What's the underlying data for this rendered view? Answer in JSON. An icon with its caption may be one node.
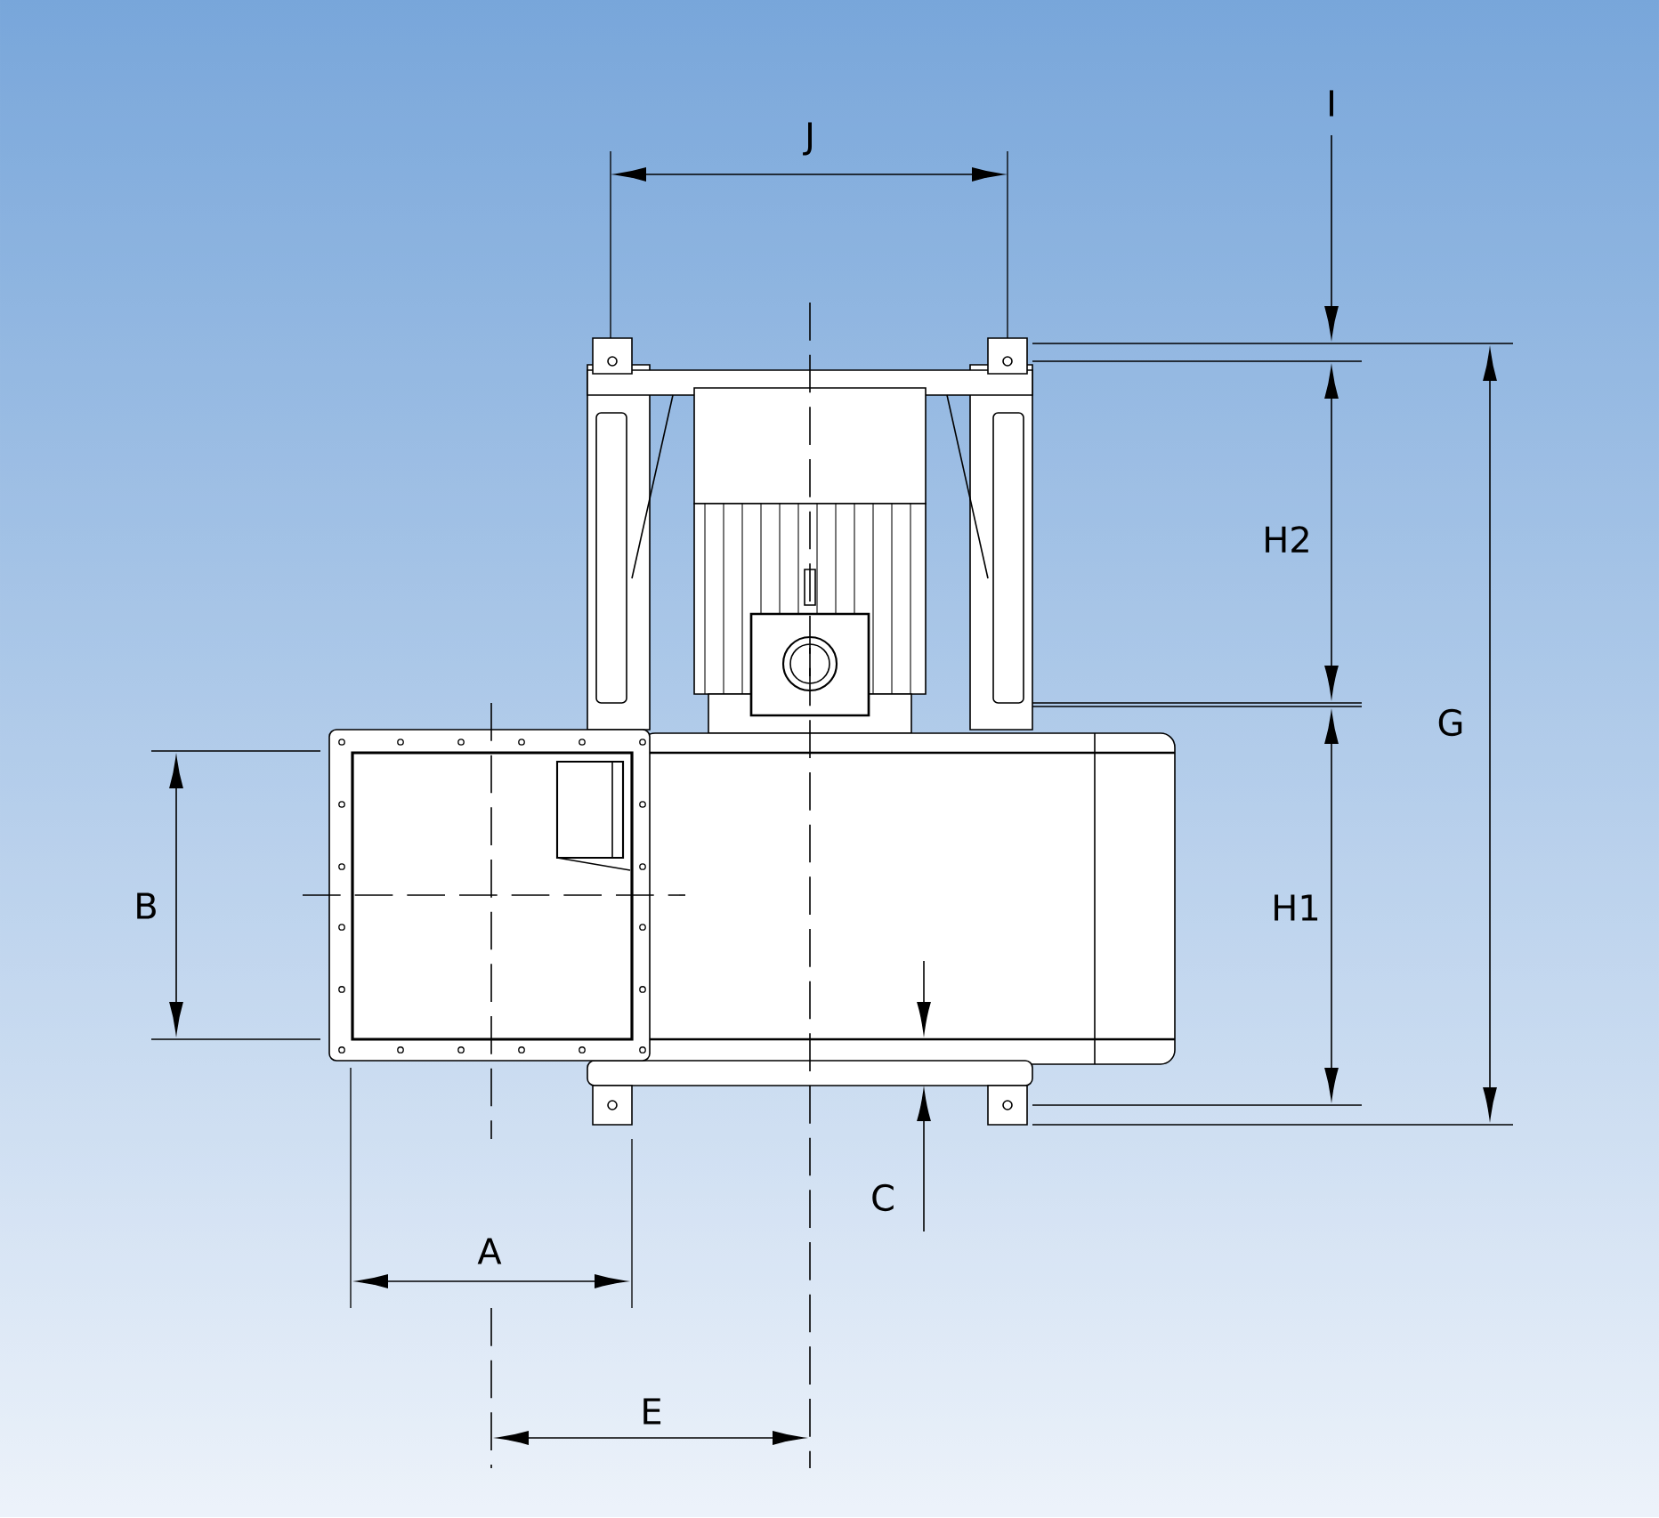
{
  "diagram": {
    "labels": [
      "I",
      "J",
      "H2",
      "G",
      "B",
      "H1",
      "C",
      "A",
      "E"
    ]
  }
}
